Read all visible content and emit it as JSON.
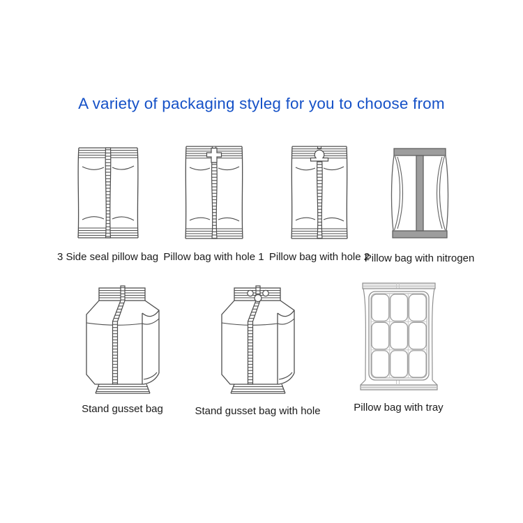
{
  "page": {
    "title": "A variety of packaging styleg for you to choose from",
    "title_color": "#1551c7",
    "background_color": "#ffffff"
  },
  "colors": {
    "line_art": "#4d4d4d",
    "nitrogen_fill": "#9d9d9d",
    "nitrogen_outline": "#606060",
    "tray_line": "#8e8e8e",
    "tray_band_fill": "#e8e8e8",
    "label_text": "#1b1b1b"
  },
  "packaging_styles": [
    {
      "id": "three-side-seal-pillow-bag",
      "label": "3 Side seal pillow bag",
      "icon": "pillow-bag-icon"
    },
    {
      "id": "pillow-bag-with-hole-1",
      "label": "Pillow bag with hole 1",
      "icon": "pillow-bag-hole-1-icon"
    },
    {
      "id": "pillow-bag-with-hole-2",
      "label": "Pillow bag with hole 2",
      "icon": "pillow-bag-hole-2-icon"
    },
    {
      "id": "pillow-bag-with-nitrogen",
      "label": "Pillow bag with nitrogen",
      "icon": "pillow-bag-nitrogen-icon"
    },
    {
      "id": "stand-gusset-bag",
      "label": "Stand gusset bag",
      "icon": "stand-gusset-bag-icon"
    },
    {
      "id": "stand-gusset-bag-with-hole",
      "label": "Stand gusset bag with hole",
      "icon": "stand-gusset-bag-hole-icon"
    },
    {
      "id": "pillow-bag-with-tray",
      "label": "Pillow bag with tray",
      "icon": "pillow-bag-tray-icon"
    }
  ]
}
